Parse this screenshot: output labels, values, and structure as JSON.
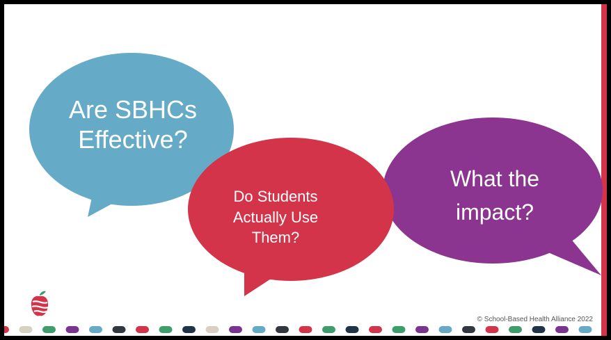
{
  "bubbles": [
    {
      "text_lines": [
        "Are SBHCs",
        "Effective?"
      ],
      "color": "#65aac6"
    },
    {
      "text_lines": [
        "Do Students",
        "Actually Use",
        "Them?"
      ],
      "color": "#d3344a"
    },
    {
      "text_lines": [
        "What the",
        "impact?"
      ],
      "color": "#8b3591"
    }
  ],
  "footer": {
    "copyright": "© School-Based Health Alliance 2022"
  },
  "colors": {
    "stripe": "#d3344a",
    "dots": [
      "#d3344a",
      "#d8d0c0",
      "#3d9e6c",
      "#7a3390",
      "#65aac6",
      "#333840",
      "#d3344a",
      "#3d9e6c",
      "#1f3447",
      "#d8d0c0",
      "#7a3390",
      "#65aac6",
      "#333840",
      "#d3344a",
      "#3d9e6c",
      "#1f3447",
      "#d3344a",
      "#3d9e6c",
      "#7a3390",
      "#65aac6",
      "#333840",
      "#d3344a",
      "#3d9e6c",
      "#1f3447",
      "#7a3390",
      "#65aac6"
    ]
  }
}
